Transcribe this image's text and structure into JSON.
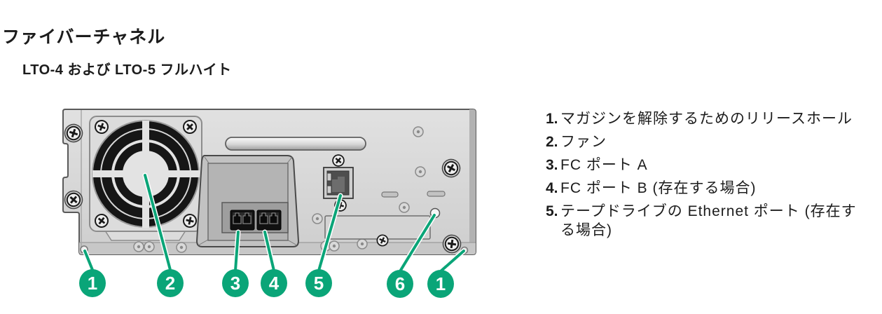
{
  "page": {
    "title": "ファイバーチャネル",
    "subtitle": "LTO-4 および LTO-5 フルハイト"
  },
  "colors": {
    "accent_green": "#0aa578",
    "panel_gray": "#d8d8d8",
    "fan_black": "#161616"
  },
  "diagram": {
    "description": "LTO-4 / LTO-5 full-height tape drive rear panel",
    "callouts": [
      {
        "number": "1"
      },
      {
        "number": "2"
      },
      {
        "number": "3"
      },
      {
        "number": "4"
      },
      {
        "number": "5"
      },
      {
        "number": "6"
      },
      {
        "number": "1"
      }
    ]
  },
  "legend": {
    "items": [
      {
        "number": "1.",
        "text": "マガジンを解除するためのリリースホール"
      },
      {
        "number": "2.",
        "text": "ファン"
      },
      {
        "number": "3.",
        "text": "FC ポート A"
      },
      {
        "number": "4.",
        "text": "FC ポート B (存在する場合)"
      },
      {
        "number": "5.",
        "text": "テープドライブの Ethernet ポート (存在する場合)"
      }
    ]
  }
}
